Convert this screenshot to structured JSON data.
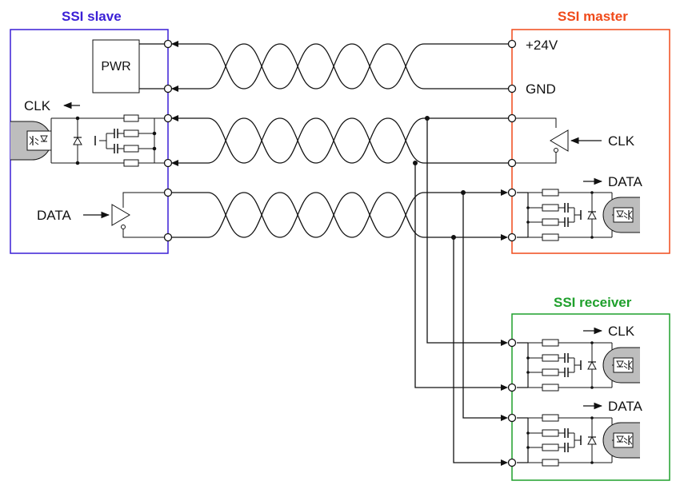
{
  "colors": {
    "slave": "#3a1fd6",
    "master": "#f04a1a",
    "receiver": "#1fa02c",
    "wire": "#111111",
    "component_fill": "#bdbdbd"
  },
  "boxes": {
    "slave": {
      "title": "SSI slave"
    },
    "master": {
      "title": "SSI master"
    },
    "receiver": {
      "title": "SSI receiver"
    }
  },
  "slave": {
    "pwr_label": "PWR",
    "clk_label": "CLK",
    "data_label": "DATA"
  },
  "master": {
    "plus24v_label": "+24V",
    "gnd_label": "GND",
    "clk_label": "CLK",
    "data_label": "DATA"
  },
  "receiver": {
    "clk_label": "CLK",
    "data_label": "DATA"
  },
  "icons": [
    "arrow-icon",
    "optocoupler-icon",
    "line-driver-icon",
    "resistor-icon",
    "capacitor-icon",
    "diode-icon"
  ]
}
